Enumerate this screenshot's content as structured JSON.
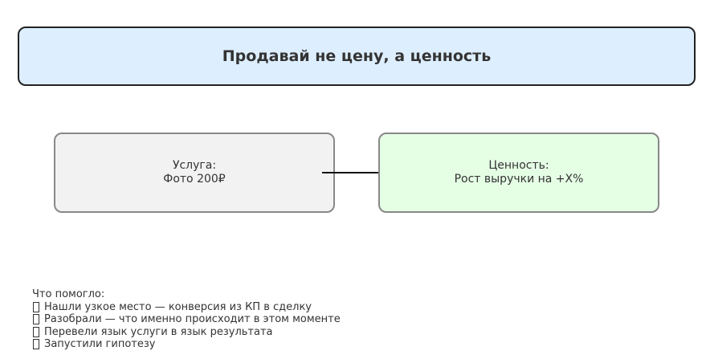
{
  "title": "Продавай не цену, а ценность",
  "nodes": {
    "service": {
      "line1": "Услуга:",
      "line2": "Фото 200₽"
    },
    "value": {
      "line1": "Ценность:",
      "line2": "Рост выручки на +X%"
    }
  },
  "notes": {
    "heading": "Что помогло:",
    "items": [
      "Нашли узкое место — конверсия из КП в сделку",
      "Разобрали — что именно происходит в этом моменте",
      "Перевели язык услуги в язык результата",
      "Запустили гипотезу"
    ]
  },
  "colors": {
    "title_fill": "#ddeeff",
    "service_fill": "#f2f2f2",
    "value_fill": "#e5ffe5",
    "node_border": "#888888"
  }
}
